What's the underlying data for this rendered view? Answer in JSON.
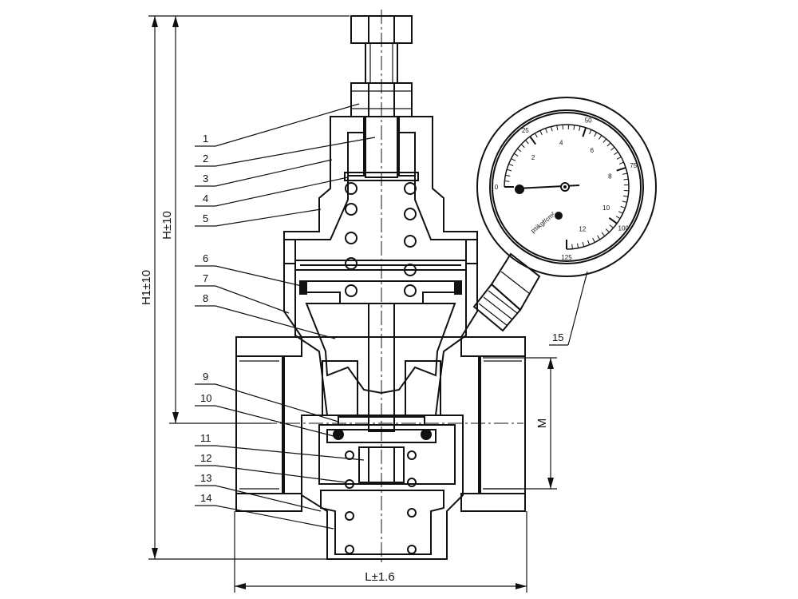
{
  "callouts": [
    {
      "id": "1",
      "text": "1"
    },
    {
      "id": "2",
      "text": "2"
    },
    {
      "id": "3",
      "text": "3"
    },
    {
      "id": "4",
      "text": "4"
    },
    {
      "id": "5",
      "text": "5"
    },
    {
      "id": "6",
      "text": "6"
    },
    {
      "id": "7",
      "text": "7"
    },
    {
      "id": "8",
      "text": "8"
    },
    {
      "id": "9",
      "text": "9"
    },
    {
      "id": "10",
      "text": "10"
    },
    {
      "id": "11",
      "text": "11"
    },
    {
      "id": "12",
      "text": "12"
    },
    {
      "id": "13",
      "text": "13"
    },
    {
      "id": "14",
      "text": "14"
    },
    {
      "id": "15",
      "text": "15"
    }
  ],
  "dimensions": {
    "h": "H±10",
    "h1": "H1±10",
    "l": "L±1.6",
    "m": "M"
  },
  "gauge": {
    "outer_scale": [
      "0",
      "25",
      "50",
      "75",
      "100",
      "125"
    ],
    "inner_scale": [
      "2",
      "4",
      "6",
      "8",
      "10",
      "12"
    ],
    "unit_a": "kgf/cm²",
    "unit_b": "psi"
  }
}
